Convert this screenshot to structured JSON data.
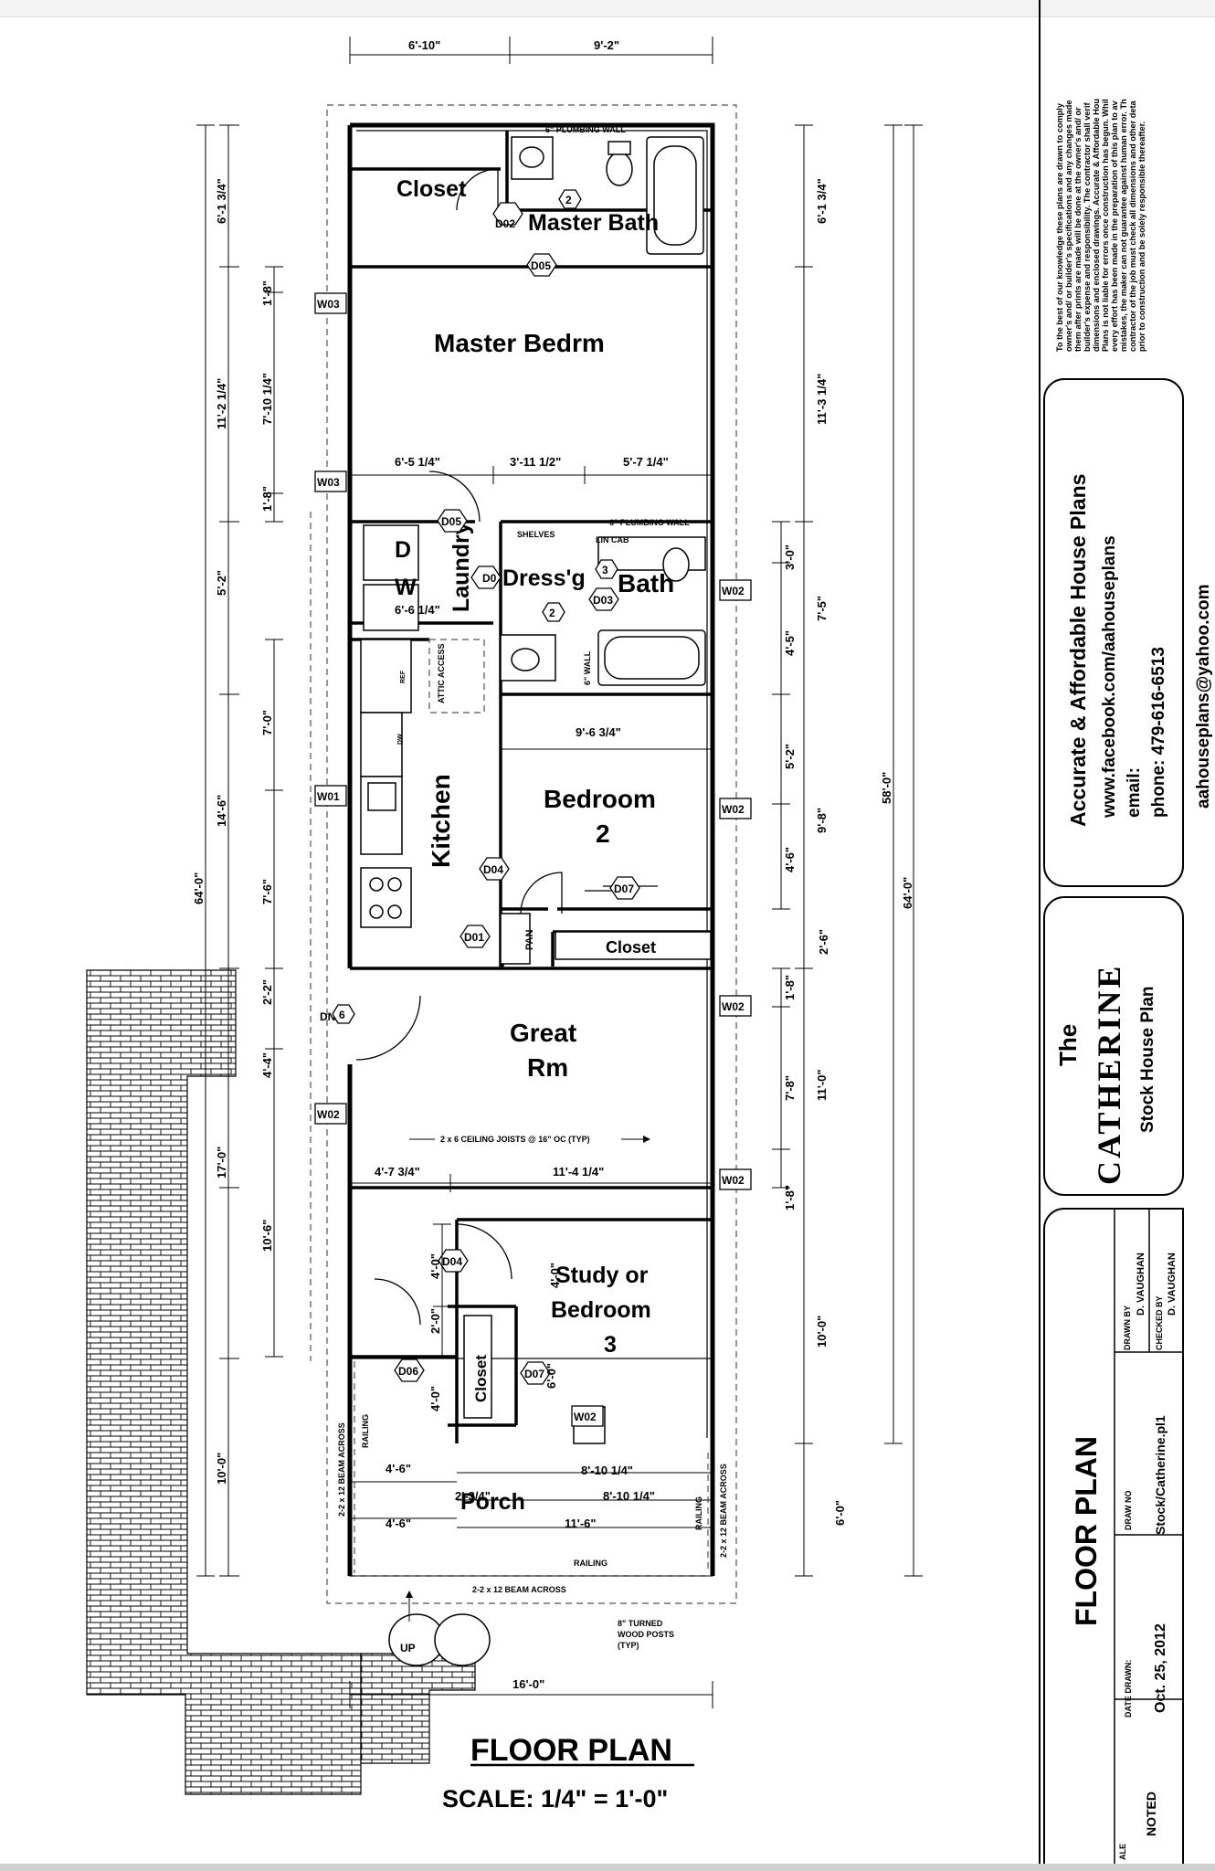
{
  "rooms": {
    "closet_top": "Closet",
    "master_bath": "Master Bath",
    "master_bedrm": "Master Bedrm",
    "laundry": "Laundry",
    "d_label": "D",
    "w_label": "W",
    "dressg": "Dress'g",
    "bath": "Bath",
    "kitchen": "Kitchen",
    "bedroom2_a": "Bedroom",
    "bedroom2_b": "2",
    "closet_mid": "Closet",
    "great_a": "Great",
    "great_b": "Rm",
    "study_a": "Study or",
    "study_b": "Bedroom",
    "study_c": "3",
    "closet_study": "Closet",
    "porch": "Porch",
    "pan": "PAN"
  },
  "notes": {
    "plumb_top": "6\" PLUMBING WALL",
    "plumb_mid": "6\" PLUMBING WALL",
    "shelves": "SHELVES",
    "lin_cab": "LIN CAB",
    "six_wall": "6\" WALL",
    "attic": "ATTIC ACCESS",
    "ref": "REF",
    "dw": "DW",
    "joists": "2 x 6 CEILING JOISTS @ 16\" OC (TYP)",
    "railing_left": "RAILING",
    "railing_right": "RAILING",
    "railing_bottom": "RAILING",
    "beam_left": "2-2 x 12 BEAM ACROSS",
    "beam_right": "2-2 x 12 BEAM ACROSS",
    "beam_bottom": "2-2 x 12 BEAM ACROSS",
    "posts_1": "8\" TURNED",
    "posts_2": "WOOD POSTS",
    "posts_3": "(TYP)",
    "up": "UP",
    "dn": "DN"
  },
  "tags": {
    "d01": "D01",
    "d02": "D02",
    "d03": "D03",
    "d04a": "D04",
    "d04b": "D04",
    "d05a": "D05",
    "d05b": "D05",
    "d06": "D06",
    "d07a": "D07",
    "d07b": "D07",
    "d0x": "D0",
    "w01": "W01",
    "w02a": "W02",
    "w02b": "W02",
    "w02c": "W02",
    "w02d": "W02",
    "w02e": "W02",
    "w02f": "W02",
    "w03a": "W03",
    "w03b": "W03",
    "n2a": "2",
    "n2b": "2",
    "n3": "3",
    "n6": "6"
  },
  "dims": {
    "top_total": "16'-0\"",
    "top_a": "6'-10\"",
    "top_b": "9'-2\"",
    "l_6_1_34": "6'-1 3/4\"",
    "l_11_2_14": "11'-2 1/4\"",
    "l_5_2": "5'-2\"",
    "l_14_6": "14'-6\"",
    "l_64_0": "64'-0\"",
    "l_17_0": "17'-0\"",
    "l_10_0": "10'-0\"",
    "l_1_8a": "1'-8\"",
    "l_7_10_14": "7'-10 1/4\"",
    "l_1_8b": "1'-8\"",
    "l_7_0": "7'-0\"",
    "l_7_6": "7'-6\"",
    "l_2_2": "2'-2\"",
    "l_4_4": "4'-4\"",
    "l_10_6": "10'-6\"",
    "i_4_0a": "4'-0\"",
    "i_2_0": "2'-0\"",
    "i_4_0b": "4'-0\"",
    "h_6_5_14": "6'-5 1/4\"",
    "h_3_11_12": "3'-11 1/2\"",
    "h_5_7_14": "5'-7 1/4\"",
    "h_6_6_14": "6'-6 1/4\"",
    "h_9_6_34": "9'-6 3/4\"",
    "h_4_7_34": "4'-7 3/4\"",
    "h_11_4_14": "11'-4 1/4\"",
    "h_4_6a": "4'-6\"",
    "h_2_3_4": "2'-3/4\"",
    "h_4_6b": "4'-6\"",
    "h_8_10_14a": "8'-10 1/4\"",
    "h_8_10_14b": "8'-10 1/4\"",
    "h_11_6": "11'-6\"",
    "h_16_0": "16'-0\"",
    "c_4_0": "4'-0\"",
    "c_6_0": "6'-0\"",
    "r_6_1_34": "6'-1 3/4\"",
    "r_11_3_14": "11'-3 1/4\"",
    "r_3_0": "3'-0\"",
    "r_7_5": "7'-5\"",
    "r_4_5": "4'-5\"",
    "r_5_2": "5'-2\"",
    "r_9_8": "9'-8\"",
    "r_4_6": "4'-6\"",
    "r_58_0": "58'-0\"",
    "r_64_0": "64'-0\"",
    "r_2_6": "2'-6\"",
    "r_1_8a": "1'-8\"",
    "r_7_8": "7'-8\"",
    "r_11_0": "11'-0\"",
    "r_1_8b": "1'-8\"",
    "r_10_0": "10'-0\"",
    "r_6_0": "6'-0\""
  },
  "caption": {
    "title": "FLOOR PLAN",
    "scale": "SCALE:  1/4\" = 1'-0\""
  },
  "title_block": {
    "disclaimer": [
      "To the best of our knowledge these plans are drawn to comply",
      "owner's and/ or builder's specifications and any changes made",
      "them after prints are made will be done at the owner's and/ or",
      "builder's expense and responsibility. The contractor shall verif",
      "dimensions and enclosed drawings. Accurate & Affordable Hou",
      "Plans is not liable for errors once construction has begun. Whil",
      "every effort has been made in the preparation of this plan to av",
      "mistakes, the maker can not guarantee against human error. Th",
      "contractor of the job must check all dimensions and other deta",
      "prior to construction and be solely responsible thereafter."
    ],
    "company": "Accurate & Affordable House Plans",
    "facebook": "www.facebook.com/aahouseplans",
    "email_label": "email:",
    "phone": "phone:  479-616-6513",
    "email": "aahouseplans@yahoo.com",
    "the": "The",
    "plan_name": "CATHERINE",
    "plan_sub": "Stock House Plan",
    "sheet_title": "FLOOR PLAN",
    "drawn_by_label": "DRAWN BY",
    "drawn_by": "D. VAUGHAN",
    "checked_by_label": "CHECKED BY",
    "checked_by": "D. VAUGHAN",
    "draw_no_label": "DRAW NO",
    "draw_no": "Stock/Catherine.pl1",
    "date_label": "DATE DRAWN:",
    "date": "Oct. 25, 2012",
    "scale_label": "ALE",
    "scale_value": "NOTED"
  }
}
